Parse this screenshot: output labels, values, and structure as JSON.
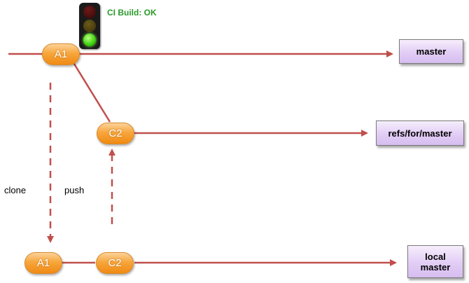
{
  "ci": {
    "status_text": "CI Build: OK",
    "light_state": "green"
  },
  "refs": {
    "master": "master",
    "refs_for_master": "refs/for/master",
    "local_master": "local\nmaster"
  },
  "commits": {
    "remote_a1": "A1",
    "review_c2": "C2",
    "local_a1": "A1",
    "local_c2": "C2"
  },
  "labels": {
    "clone": "clone",
    "push": "push"
  },
  "colors": {
    "arrow": "#c0504d",
    "commit": "#f7a63c",
    "ref_box": "#e2cdf5",
    "ci_text": "#2a9a2a"
  }
}
